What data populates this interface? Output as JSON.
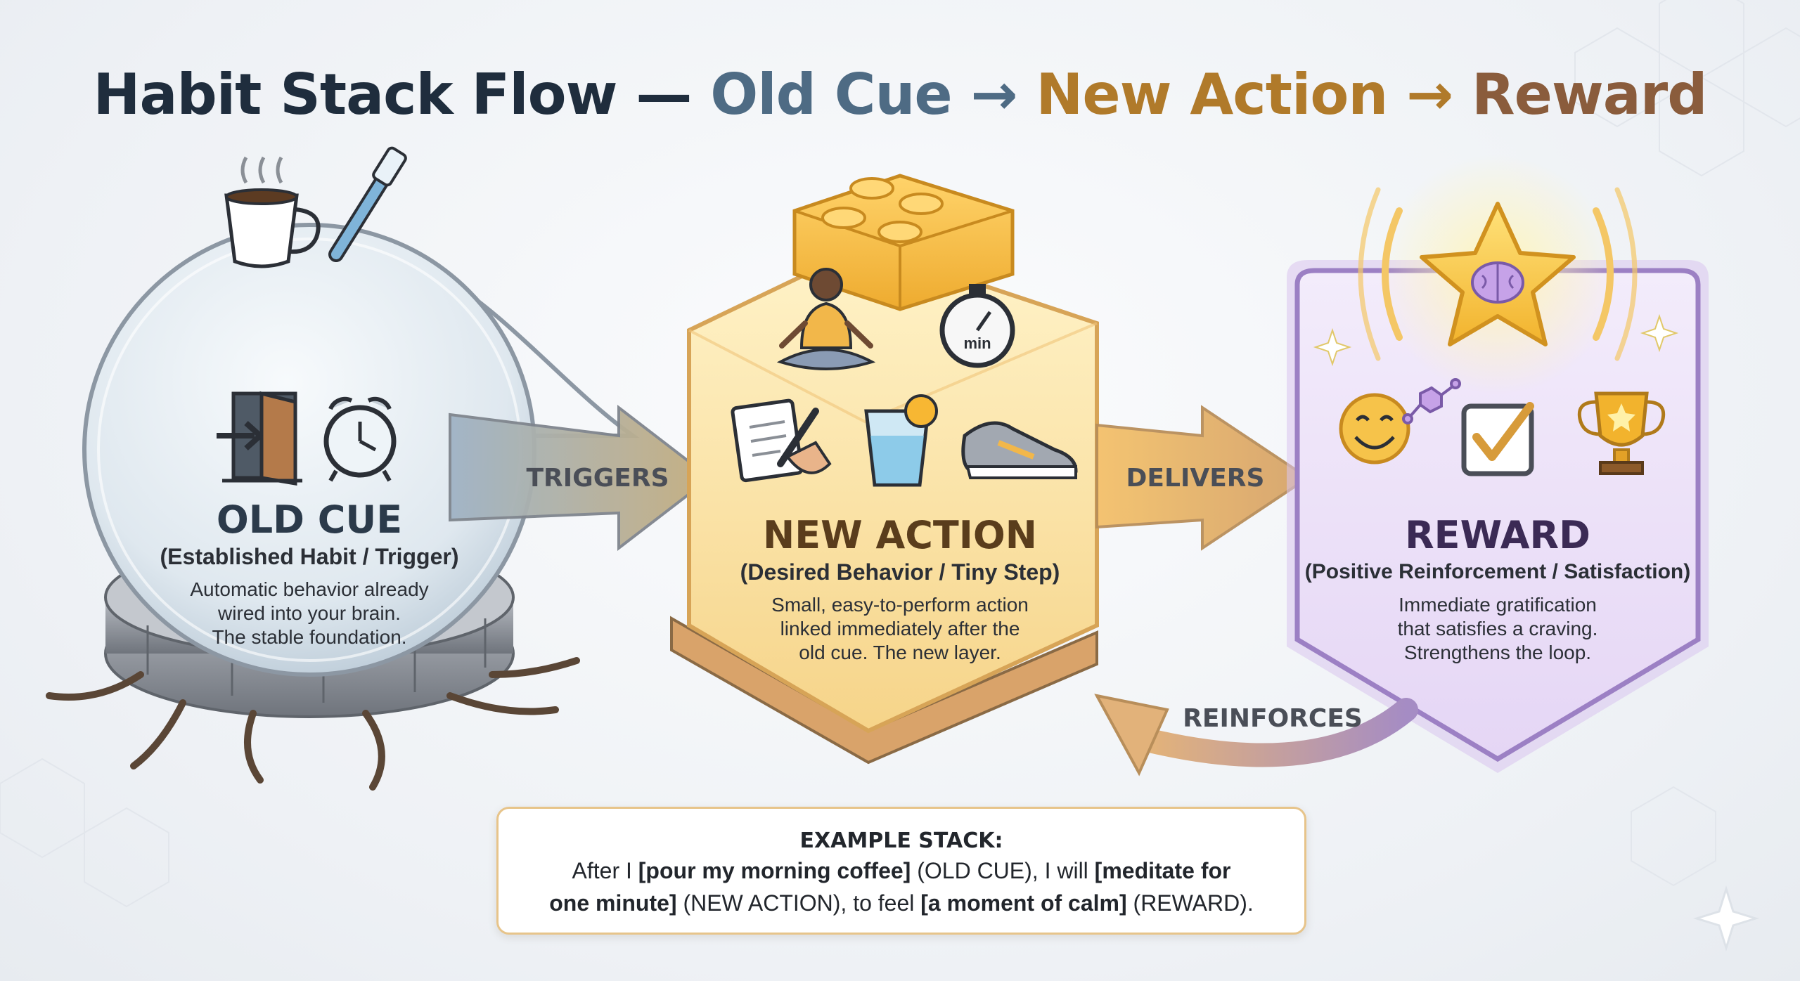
{
  "title": {
    "part1": "Habit Stack Flow — ",
    "part2": "Old Cue",
    "arrow1": " → ",
    "part3": "New Action",
    "arrow2": " → ",
    "part4": "Reward"
  },
  "old_cue": {
    "heading": "OLD CUE",
    "subheading": "(Established Habit / Trigger)",
    "desc_line1": "Automatic behavior already",
    "desc_line2": "wired into your brain.",
    "desc_line3": "The stable foundation.",
    "icons": [
      "coffee-cup-icon",
      "toothbrush-icon",
      "door-icon",
      "alarm-clock-icon"
    ]
  },
  "new_action": {
    "heading": "NEW ACTION",
    "subheading": "(Desired Behavior / Tiny Step)",
    "desc_line1": "Small, easy-to-perform action",
    "desc_line2": "linked immediately after the",
    "desc_line3": "old cue. The new layer.",
    "timer_label": "min",
    "icons": [
      "meditation-icon",
      "stopwatch-icon",
      "journal-icon",
      "water-glass-icon",
      "sneaker-icon"
    ]
  },
  "reward": {
    "heading": "REWARD",
    "subheading": "(Positive Reinforcement / Satisfaction)",
    "desc_line1": "Immediate gratification",
    "desc_line2": "that satisfies a craving.",
    "desc_line3": "Strengthens the loop.",
    "icons": [
      "star-brain-icon",
      "smiley-icon",
      "checkbox-icon",
      "trophy-icon"
    ]
  },
  "connectors": {
    "triggers": "TRIGGERS",
    "delivers": "DELIVERS",
    "reinforces": "REINFORCES"
  },
  "example": {
    "title": "EXAMPLE STACK:",
    "l1_a": "After I ",
    "l1_b": "[pour my morning coffee]",
    "l1_c": " (OLD CUE), I will ",
    "l1_d": "[meditate for",
    "l2_a": "one minute]",
    "l2_b": " (NEW ACTION), to feel ",
    "l2_c": "[a moment of calm]",
    "l2_d": " (REWARD)."
  },
  "colors": {
    "old_cue": "#4e6b84",
    "new_action": "#b07a2a",
    "reward": "#8a5c3c",
    "panel_purple": "#b69be0",
    "panel_gold": "#f4c766"
  }
}
